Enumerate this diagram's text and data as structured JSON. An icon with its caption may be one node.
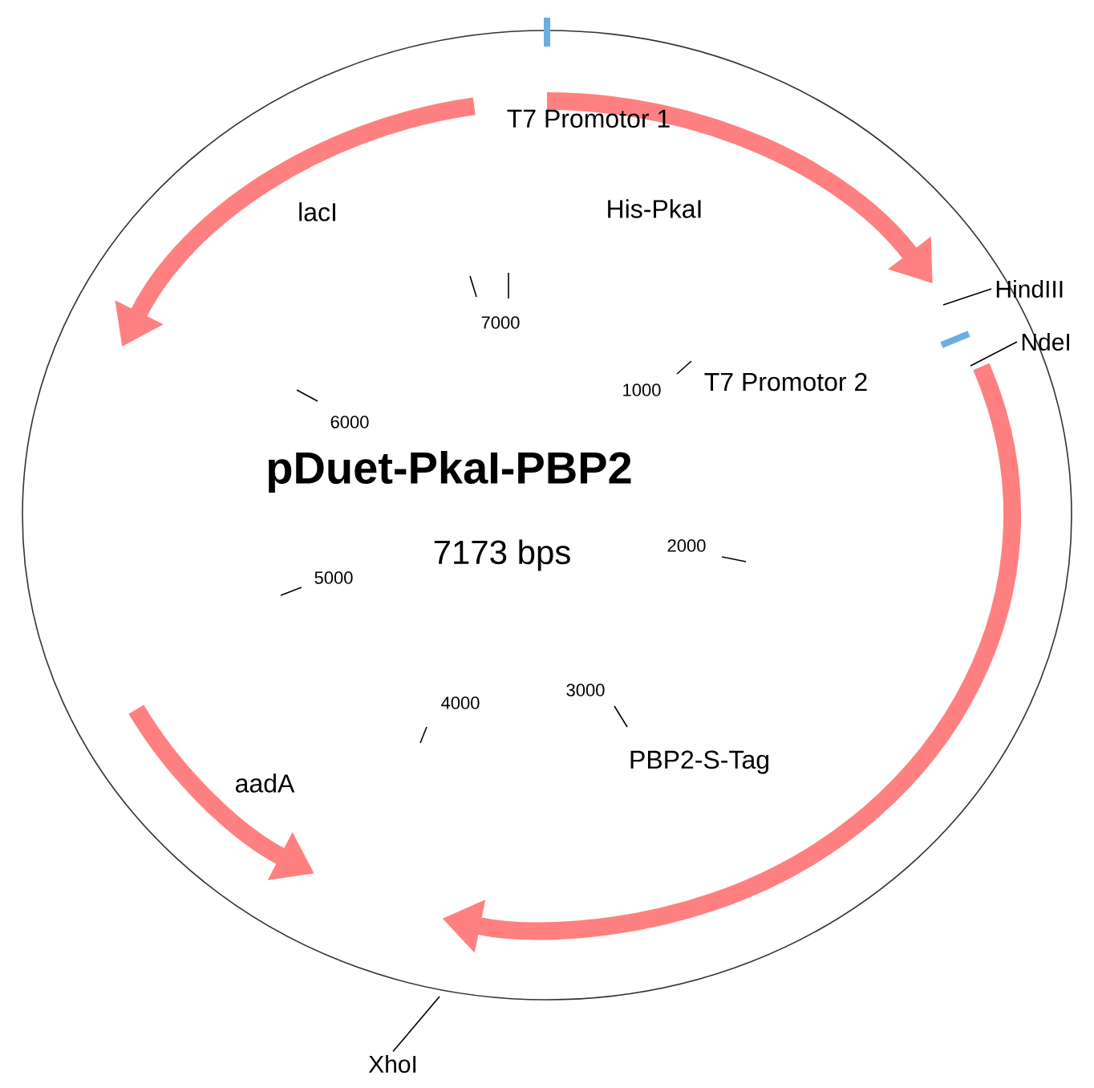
{
  "diagram": {
    "title": "pDuet-PkaI-PBP2",
    "nodes": [
      {
        "text": [
          "HindIII"
        ]
      },
      {
        "text": [
          "NdeI"
        ]
      },
      {
        "text": [
          "XhoI"
        ]
      }
    ],
    "edges": [
      {
        "from": 0,
        "to": null,
        "arrow": "none"
      },
      {
        "from": 1,
        "to": null,
        "arrow": "none"
      },
      {
        "from": 2,
        "to": null,
        "arrow": "none"
      }
    ],
    "labels": [
      "T7 Promotor 1",
      "lacI",
      "His-PkaI",
      "7000",
      "1000",
      "T7 Promotor 2",
      "6000",
      "7173 bps",
      "2000",
      "5000",
      "3000",
      "4000",
      "PBP2-S-Tag",
      "aadA"
    ]
  }
}
